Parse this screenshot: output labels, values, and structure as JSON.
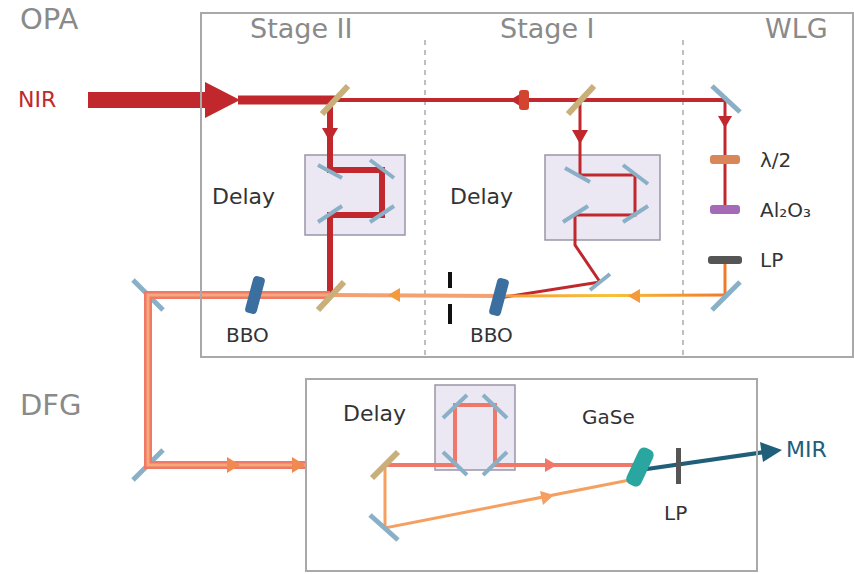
{
  "diagram": {
    "nodes": [
      {
        "text": [
          "OPA"
        ]
      },
      {
        "text": [
          "DFG"
        ]
      }
    ],
    "edges": [
      {
        "from": 0,
        "to": 1,
        "arrow": "to"
      }
    ],
    "labels": [
      "NIR",
      "Stage II",
      "Stage I",
      "WLG",
      "Delay",
      "Delay",
      "λ/2",
      "Al₂O₃",
      "LP",
      "BBO",
      "BBO",
      "Delay",
      "GaSe",
      "LP",
      "MIR"
    ]
  }
}
